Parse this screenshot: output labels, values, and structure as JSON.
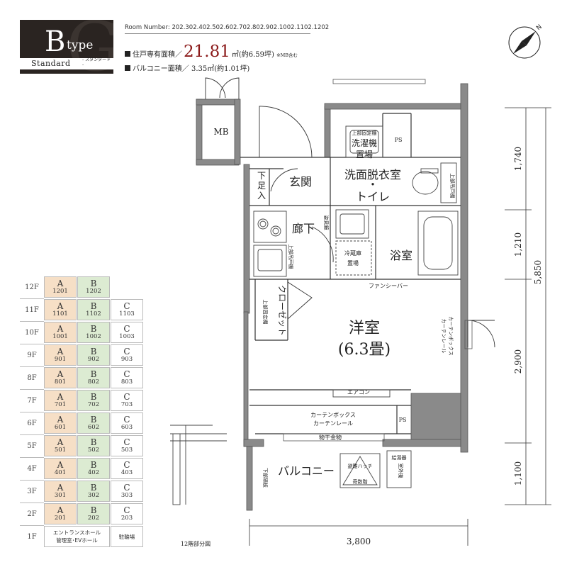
{
  "header": {
    "type_letter": "B",
    "type_word": "type",
    "standard": "Standard",
    "standard_kana": "- スタンダード -",
    "room_number": "Room Number: 202.302.402.502.602.702.802.902.1002.1102.1202",
    "private_area_label": "住戸専有面積／",
    "private_area_value": "21.81",
    "private_area_unit": "㎡(約6.59坪)",
    "private_area_note": "※MB含む",
    "balcony_area_text": "バルコニー面積／ 3.35㎡(約1.01坪)"
  },
  "floor_table": {
    "floors": [
      "12F",
      "11F",
      "10F",
      "9F",
      "8F",
      "7F",
      "6F",
      "5F",
      "4F",
      "3F",
      "2F",
      "1F"
    ],
    "rows": [
      {
        "floor": "12F",
        "A": "1201",
        "B": "1202",
        "C": ""
      },
      {
        "floor": "11F",
        "A": "1101",
        "B": "1102",
        "C": "1103"
      },
      {
        "floor": "10F",
        "A": "1001",
        "B": "1002",
        "C": "1003"
      },
      {
        "floor": "9F",
        "A": "901",
        "B": "902",
        "C": "903"
      },
      {
        "floor": "8F",
        "A": "801",
        "B": "802",
        "C": "803"
      },
      {
        "floor": "7F",
        "A": "701",
        "B": "702",
        "C": "703"
      },
      {
        "floor": "6F",
        "A": "601",
        "B": "602",
        "C": "603"
      },
      {
        "floor": "5F",
        "A": "501",
        "B": "502",
        "C": "503"
      },
      {
        "floor": "4F",
        "A": "401",
        "B": "402",
        "C": "403"
      },
      {
        "floor": "3F",
        "A": "301",
        "B": "302",
        "C": "303"
      },
      {
        "floor": "2F",
        "A": "201",
        "B": "202",
        "C": "203"
      }
    ],
    "letters": {
      "A": "A",
      "B": "B",
      "C": "C"
    },
    "first_floor": {
      "floor": "1F",
      "entrance_line1": "エントランスホール",
      "entrance_line2": "管理室･EVホール",
      "bike": "駐輪場"
    }
  },
  "plan": {
    "mb": "MB",
    "ps_top": "PS",
    "ps_bottom": "PS",
    "laundry_top": "上部固定棚",
    "laundry_1": "洗濯機",
    "laundry_2": "置場",
    "shoe_1": "下",
    "shoe_2": "足",
    "shoe_3": "入",
    "genkan": "玄関",
    "washroom_1": "洗面脱衣室",
    "washroom_2": "・",
    "washroom_3": "トイレ",
    "toilet_shelf": "上部吊戸棚",
    "hallway": "廊下",
    "mirror": "姿見鏡",
    "upper_cabinet": "上部吊戸棚",
    "fridge_1": "冷蔵庫",
    "fridge_2": "置場",
    "bath": "浴室",
    "closet": "クローゼット",
    "closet_shelf": "上部固定棚",
    "fan": "ファンシーバー",
    "curtain_vertical_1": "カーテンレール",
    "curtain_vertical_2": "カーテンボックス",
    "western_1": "洋室",
    "western_2": "(6.3畳)",
    "aircon": "エアコン",
    "curtain_box": "カーテンボックス",
    "curtain_rail": "カーテンレール",
    "hardware": "物干金物",
    "partition": "下部隔板",
    "balcony": "バルコニー",
    "hatch_1": "避難ハッチ",
    "hatch_2": "奇数階",
    "outdoor_unit_1": "室外機",
    "outdoor_unit_top": "給湯器",
    "partial_label": "12階部分図"
  },
  "dimensions": {
    "d1": "1,740",
    "d2": "1,210",
    "d3": "2,900",
    "d4": "1,100",
    "total": "5,850",
    "width": "3,800"
  },
  "colors": {
    "badge": "#2a2421",
    "area_number": "#8b1a1a",
    "unit_a": "#f6dfc6",
    "unit_b": "#dcebd2",
    "wall_fill": "#8a8a8a"
  }
}
